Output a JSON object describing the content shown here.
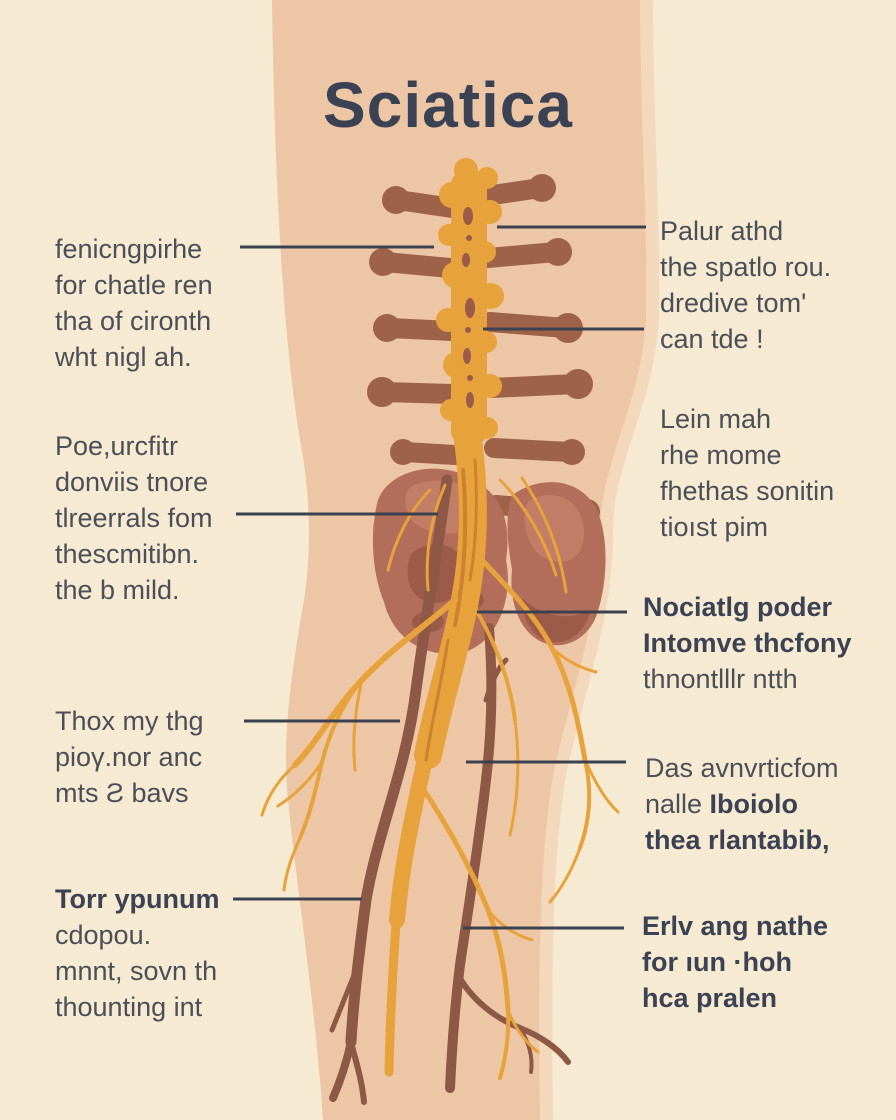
{
  "title": "Sciatica",
  "colors": {
    "background": "#f6ead2",
    "body": "#edc6a5",
    "body_highlight": "#f3d8bc",
    "bone": "#9e6249",
    "nerve": "#e8a23c",
    "nerve_dark": "#cb8130",
    "pelvis": "#b26e5a",
    "pelvis_light": "#c17d65",
    "pelvis_dark": "#9c5a48",
    "branch_brown": "#8d5845",
    "text": "#4a4f58",
    "text_bold": "#3a4254",
    "line": "#3b4150"
  },
  "labels": {
    "left": [
      {
        "l1": "fenicngpirhe",
        "l2": "for chatle ren",
        "l3": "tha of cironth",
        "l4": "wht nigl ah."
      },
      {
        "l1": "Poe,urcfitr",
        "l2": "donviis tnore",
        "l3": "tlreerrals fom",
        "l4": "thescmitibn.",
        "l5": "the b mild."
      },
      {
        "l1": "Thox my thg",
        "l2": "pioγ.nor anc",
        "l3": "mts Ƨ bavs"
      },
      {
        "l1": "Torr ypunum",
        "l2": "cdopou.",
        "l3": "mnnt, sovn th",
        "l4": "thounting int"
      }
    ],
    "right": [
      {
        "l1": "Palur athd",
        "l2": "the spatlo rou.",
        "l3": "dredive tom'",
        "l4": "can tde !"
      },
      {
        "l1": "Lein mah",
        "l2": "rhe mome",
        "l3": "fhethas sonitin",
        "l4": "tioıst pim"
      },
      {
        "l1": "Nociatlg poder",
        "l2": "Intomve thcfony",
        "l3": "thnontlllr ntth"
      },
      {
        "l1": "Das avnvrticfom",
        "l2a": "nalle ",
        "l2b": "Iboiolo",
        "l3": "thea rlantabib,"
      },
      {
        "l1": "Erlv ang nathe",
        "l2": "for ıun ·hoh",
        "l3": "hca pralen"
      }
    ]
  }
}
